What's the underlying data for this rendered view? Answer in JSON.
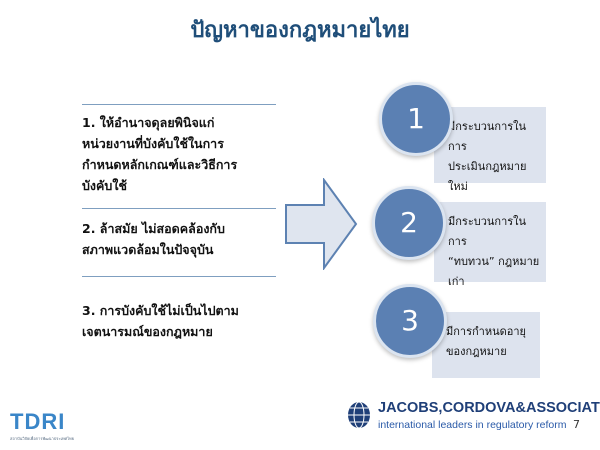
{
  "slide": {
    "title": "ปัญหาของกฎหมายไทย",
    "page_number": "7"
  },
  "problems": [
    {
      "lines": [
        "1. ให้อำนาจดุลยพินิจแก่",
        "หน่วยงานที่บังคับใช้ในการ",
        "กำหนดหลักเกณฑ์และวิธีการ",
        "บังคับใช้"
      ]
    },
    {
      "lines": [
        "2. ล้าสมัย ไม่สอดคล้องกับ",
        "สภาพแวดล้อมในปัจจุบัน"
      ]
    },
    {
      "lines": [
        "3. การบังคับใช้ไม่เป็นไปตาม",
        "เจตนารมณ์ของกฎหมาย"
      ]
    }
  ],
  "solutions": [
    {
      "number": "1",
      "lines": [
        "มีกระบวนการในการ",
        "ประเมินกฎหมายใหม่"
      ]
    },
    {
      "number": "2",
      "lines": [
        "มีกระบวนการในการ",
        "“ทบทวน” กฎหมาย",
        "เก่า"
      ]
    },
    {
      "number": "3",
      "lines": [
        "มีการกำหนดอายุ",
        "ของกฎหมาย"
      ]
    }
  ],
  "logos": {
    "tdri": {
      "name": "TDRI",
      "subtitle": "สถาบันวิจัยเพื่อการพัฒนาประเทศไทย"
    },
    "jca": {
      "name": "JACOBS,CORDOVA&ASSOCIATES",
      "tagline": "international leaders in regulatory reform"
    }
  },
  "colors": {
    "title": "#1f4e79",
    "circle_fill": "#5b80b3",
    "box_fill": "#dde3ee",
    "rule": "#7f9fc0",
    "arrow_fill": "#dfe5ef",
    "arrow_stroke": "#5d82b2"
  },
  "icons": {
    "arrow": "right-arrow-icon",
    "globe": "globe-icon"
  }
}
